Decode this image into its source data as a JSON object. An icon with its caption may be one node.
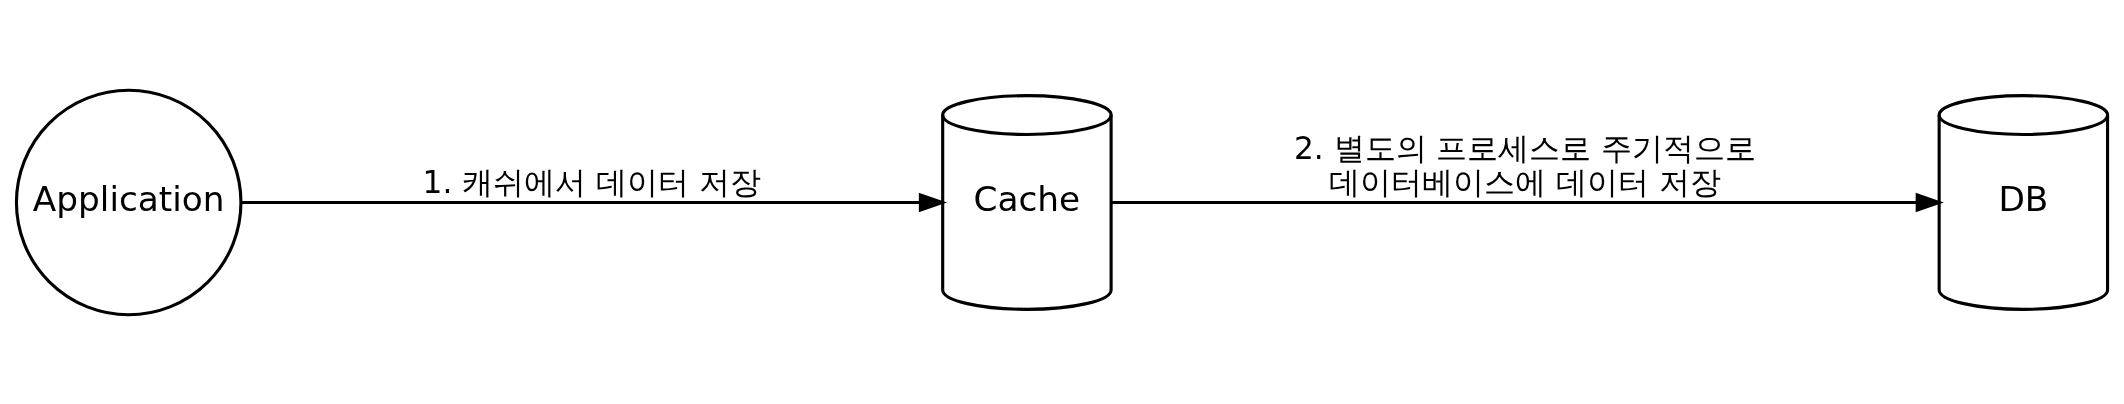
{
  "diagram": {
    "nodes": [
      {
        "text": [
          "Application"
        ]
      },
      {
        "text": [
          "Cache"
        ]
      },
      {
        "text": [
          "DB"
        ]
      }
    ],
    "edges": [
      {
        "from": 0,
        "to": 1,
        "arrow": "to",
        "label": "1. 캐쉬에서 데이터 저장"
      },
      {
        "from": 1,
        "to": 2,
        "arrow": "to",
        "label": "2. 별도의 프로세스로 주기적으로 데이터베이스에 데이터 저장"
      }
    ]
  }
}
